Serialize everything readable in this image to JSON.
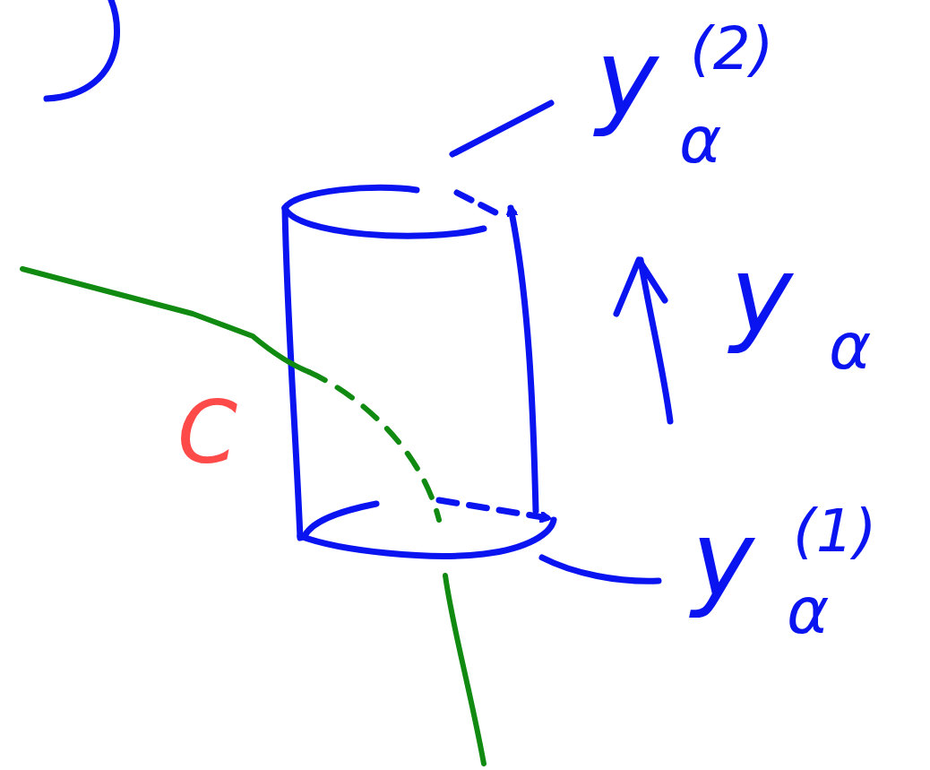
{
  "diagram": {
    "labels": [
      "y",
      "(2)",
      "α",
      "y",
      "α",
      "C",
      "y",
      "(1)",
      "α"
    ]
  }
}
